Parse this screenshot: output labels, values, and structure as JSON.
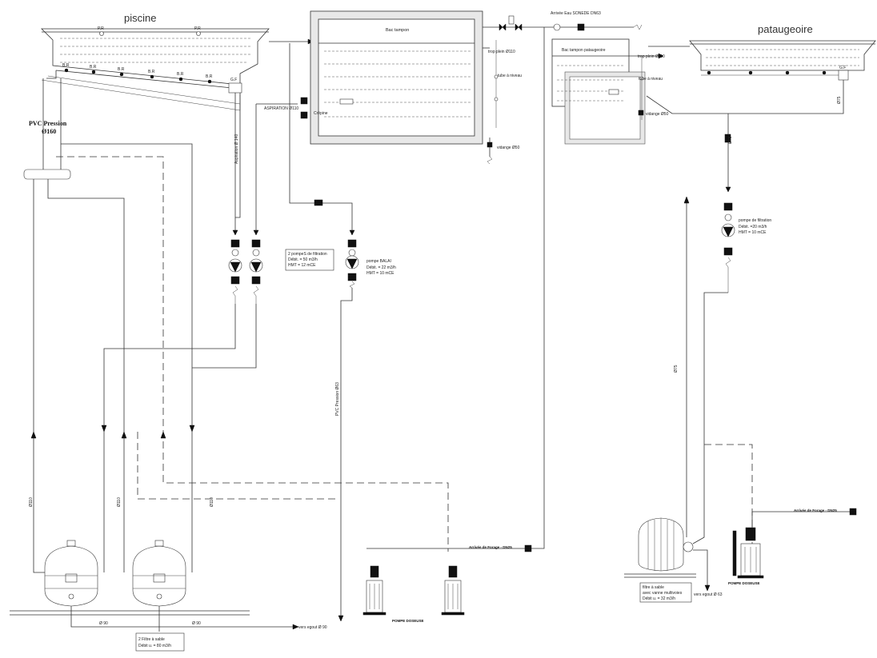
{
  "titles": {
    "piscine": "piscine",
    "pataugeoire": "pataugeoire"
  },
  "tanks": {
    "bac_tampon": "Bac tampon",
    "bac_tampon_pataugeoire": "Bac tampon pataugeoire",
    "crepine": "Crépine"
  },
  "labels": {
    "pvc_pression_160_line1": "PVC Pression",
    "pvc_pression_160_line2": "Ø160",
    "aspiration_140": "Aspiration Ø 140",
    "aspiration_110": "ASPIRATION Ø110",
    "arrivee_eau_sonede": "Arrivée Eau SONEDE DN63",
    "trop_plein_110_a": "trop plein Ø110",
    "trop_plein_110_b": "trop plein Ø110",
    "tube_niveau_a": "tube à niveau",
    "tube_niveau_b": "tube à niveau",
    "vidange_50_a": "vidange Ø50",
    "vidange_50_b": "vidange Ø50",
    "pvc_pression_63": "PVC Pression Ø63",
    "d75_a": "Ø75",
    "d75_b": "Ø75",
    "d75_c": "Ø75",
    "d110_a": "Ø110",
    "d110_b": "Ø110",
    "d110_c": "Ø110",
    "d90_a": "Ø 90",
    "d90_b": "Ø 90",
    "vers_egout_90": "vers egout Ø 90",
    "vers_egout_63": "vers egout Ø 63",
    "arrivee_forage_a": "Arrivée de Forage - DN25",
    "arrivee_forage_b": "Arrivée de Forage - DN25",
    "pompe_doseuse_a": "POMPE DOSEUSE",
    "pompe_doseuse_b": "POMPE DOSEUSE"
  },
  "skimmers": {
    "pr": "P.R",
    "br": "B.R",
    "gf": "G.F"
  },
  "info_boxes": {
    "pompes_filtration": [
      "2 pompeS de filtration",
      "Débit. = 50 m3/h",
      "HMT = 12 mCE"
    ],
    "pompe_balai": [
      "pompe BALAI",
      "Débit. = 22 m3/h",
      "HMT = 10 mCE"
    ],
    "pompe_filtration_patau": [
      "pompe de filtration",
      "Débit. =20 m3/h",
      "HMT = 10 mCE"
    ],
    "filtres_sable": [
      "2 Filtre à sable",
      "Débit u. = 80 m3/h"
    ],
    "filtre_sable_patau": [
      "filtre à sable",
      "avec vanne multivoies",
      "Débit u. = 32 m3/h"
    ]
  }
}
